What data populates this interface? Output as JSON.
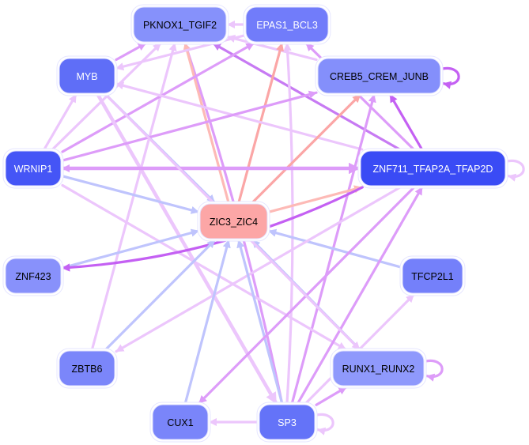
{
  "title": "Transcription factor regulatory network",
  "colors": {
    "node_dark": "#3a4bf5",
    "node_medium": "#5c6cf8",
    "node_light": "#7f8bfb",
    "node_lighter": "#8e98fc",
    "node_focus": "#fca6a6",
    "edge_violet_dark": "#c77af3",
    "edge_violet": "#dd9cf9",
    "edge_violet_light": "#ecc6fc",
    "edge_blue": "#bfc4fd",
    "edge_salmon": "#fdbab6",
    "edge_salmon_dark": "#fba6a6",
    "edge_magenta": "#c460f3"
  },
  "nodes": [
    {
      "id": "PKNOX1_TGIF2",
      "label": "PKNOX1_TGIF2",
      "fill": "#8691fb",
      "text_color": "#000000"
    },
    {
      "id": "EPAS1_BCL3",
      "label": "EPAS1_BCL3",
      "fill": "#717cfa",
      "text_color": "#ffffff"
    },
    {
      "id": "MYB",
      "label": "MYB",
      "fill": "#5f6ef7",
      "text_color": "#ffffff"
    },
    {
      "id": "CREB5_CREM_JUNB",
      "label": "CREB5_CREM_JUNB",
      "fill": "#848ffb",
      "text_color": "#000000"
    },
    {
      "id": "WRNIP1",
      "label": "WRNIP1",
      "fill": "#4555f6",
      "text_color": "#ffffff"
    },
    {
      "id": "ZNF711_TFAP2A_TFAP2D",
      "label": "ZNF711_TFAP2A_TFAP2D",
      "fill": "#3a4bf5",
      "text_color": "#ffffff"
    },
    {
      "id": "ZIC3_ZIC4",
      "label": "ZIC3_ZIC4",
      "fill": "#fca6a6",
      "text_color": "#000000"
    },
    {
      "id": "ZNF423",
      "label": "ZNF423",
      "fill": "#8891fb",
      "text_color": "#000000"
    },
    {
      "id": "TFCP2L1",
      "label": "TFCP2L1",
      "fill": "#7480fa",
      "text_color": "#000000"
    },
    {
      "id": "ZBTB6",
      "label": "ZBTB6",
      "fill": "#7b86fa",
      "text_color": "#000000"
    },
    {
      "id": "RUNX1_RUNX2",
      "label": "RUNX1_RUNX2",
      "fill": "#8f99fc",
      "text_color": "#000000"
    },
    {
      "id": "CUX1",
      "label": "CUX1",
      "fill": "#7a85fa",
      "text_color": "#000000"
    },
    {
      "id": "SP3",
      "label": "SP3",
      "fill": "#6473f8",
      "text_color": "#ffffff"
    }
  ],
  "edges": [
    {
      "source": "EPAS1_BCL3",
      "target": "PKNOX1_TGIF2",
      "color": "edge_violet_light"
    },
    {
      "source": "MYB",
      "target": "PKNOX1_TGIF2",
      "color": "edge_violet"
    },
    {
      "source": "WRNIP1",
      "target": "PKNOX1_TGIF2",
      "color": "edge_violet_light"
    },
    {
      "source": "ZBTB6",
      "target": "PKNOX1_TGIF2",
      "color": "edge_violet_light"
    },
    {
      "source": "SP3",
      "target": "PKNOX1_TGIF2",
      "color": "edge_violet"
    },
    {
      "source": "ZIC3_ZIC4",
      "target": "PKNOX1_TGIF2",
      "color": "edge_salmon"
    },
    {
      "source": "ZNF711_TFAP2A_TFAP2D",
      "target": "PKNOX1_TGIF2",
      "color": "edge_violet_dark"
    },
    {
      "source": "CREB5_CREM_JUNB",
      "target": "PKNOX1_TGIF2",
      "color": "edge_violet_light"
    },
    {
      "source": "EPAS1_BCL3",
      "target": "MYB",
      "color": "edge_violet_light"
    },
    {
      "source": "ZIC3_ZIC4",
      "target": "EPAS1_BCL3",
      "color": "edge_salmon_dark"
    },
    {
      "source": "SP3",
      "target": "EPAS1_BCL3",
      "color": "edge_violet_light"
    },
    {
      "source": "ZNF711_TFAP2A_TFAP2D",
      "target": "EPAS1_BCL3",
      "color": "edge_violet"
    },
    {
      "source": "WRNIP1",
      "target": "EPAS1_BCL3",
      "color": "edge_violet"
    },
    {
      "source": "WRNIP1",
      "target": "MYB",
      "color": "edge_violet_light"
    },
    {
      "source": "ZNF711_TFAP2A_TFAP2D",
      "target": "MYB",
      "color": "edge_violet_light"
    },
    {
      "source": "MYB",
      "target": "ZIC3_ZIC4",
      "color": "edge_blue"
    },
    {
      "source": "MYB",
      "target": "SP3",
      "color": "edge_violet_light"
    },
    {
      "source": "WRNIP1",
      "target": "CREB5_CREM_JUNB",
      "color": "edge_violet"
    },
    {
      "source": "ZIC3_ZIC4",
      "target": "CREB5_CREM_JUNB",
      "color": "edge_salmon_dark"
    },
    {
      "source": "SP3",
      "target": "CREB5_CREM_JUNB",
      "color": "edge_violet"
    },
    {
      "source": "ZNF711_TFAP2A_TFAP2D",
      "target": "CREB5_CREM_JUNB",
      "color": "edge_magenta"
    },
    {
      "source": "CREB5_CREM_JUNB",
      "target": "CREB5_CREM_JUNB",
      "color": "edge_magenta"
    },
    {
      "source": "WRNIP1",
      "target": "ZNF711_TFAP2A_TFAP2D",
      "color": "edge_violet"
    },
    {
      "source": "ZNF711_TFAP2A_TFAP2D",
      "target": "WRNIP1",
      "color": "edge_violet"
    },
    {
      "source": "ZIC3_ZIC4",
      "target": "ZNF711_TFAP2A_TFAP2D",
      "color": "edge_salmon"
    },
    {
      "source": "ZNF711_TFAP2A_TFAP2D",
      "target": "ZNF711_TFAP2A_TFAP2D",
      "color": "edge_violet_light"
    },
    {
      "source": "WRNIP1",
      "target": "ZIC3_ZIC4",
      "color": "edge_blue"
    },
    {
      "source": "WRNIP1",
      "target": "RUNX1_RUNX2",
      "color": "edge_violet_light"
    },
    {
      "source": "ZNF423",
      "target": "ZIC3_ZIC4",
      "color": "edge_blue"
    },
    {
      "source": "ZNF711_TFAP2A_TFAP2D",
      "target": "ZNF423",
      "color": "edge_magenta"
    },
    {
      "source": "TFCP2L1",
      "target": "ZIC3_ZIC4",
      "color": "edge_blue"
    },
    {
      "source": "ZBTB6",
      "target": "ZIC3_ZIC4",
      "color": "edge_blue"
    },
    {
      "source": "ZNF711_TFAP2A_TFAP2D",
      "target": "ZBTB6",
      "color": "edge_violet_light"
    },
    {
      "source": "CUX1",
      "target": "ZIC3_ZIC4",
      "color": "edge_blue"
    },
    {
      "source": "SP3",
      "target": "ZIC3_ZIC4",
      "color": "edge_blue"
    },
    {
      "source": "RUNX1_RUNX2",
      "target": "ZIC3_ZIC4",
      "color": "edge_blue"
    },
    {
      "source": "ZNF711_TFAP2A_TFAP2D",
      "target": "CUX1",
      "color": "edge_violet"
    },
    {
      "source": "SP3",
      "target": "CUX1",
      "color": "edge_violet_light"
    },
    {
      "source": "SP3",
      "target": "RUNX1_RUNX2",
      "color": "edge_violet"
    },
    {
      "source": "SP3",
      "target": "SP3",
      "color": "edge_violet_light"
    },
    {
      "source": "SP3",
      "target": "TFCP2L1",
      "color": "edge_violet_light"
    },
    {
      "source": "SP3",
      "target": "ZNF711_TFAP2A_TFAP2D",
      "color": "edge_violet"
    },
    {
      "source": "MYB",
      "target": "RUNX1_RUNX2",
      "color": "edge_violet_light"
    },
    {
      "source": "RUNX1_RUNX2",
      "target": "RUNX1_RUNX2",
      "color": "edge_violet"
    }
  ]
}
